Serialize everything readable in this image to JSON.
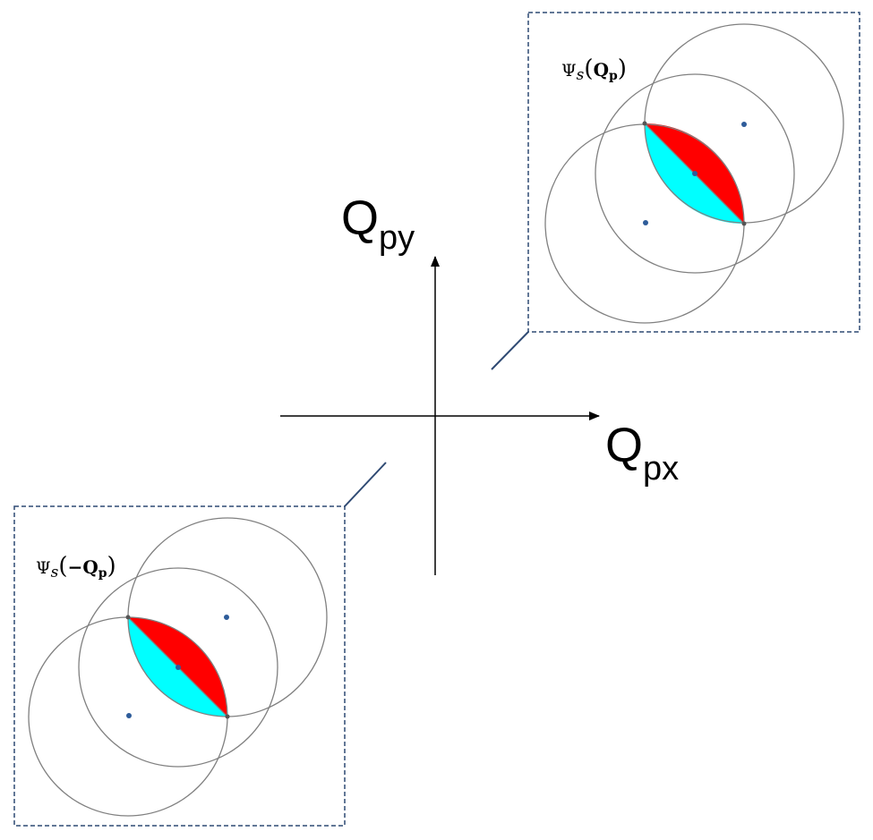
{
  "axes": {
    "x_label_main": "Q",
    "x_label_sub": "px",
    "y_label_main": "Q",
    "y_label_sub": "py"
  },
  "insets": [
    {
      "id": "top-right",
      "label_psi": "Ψ",
      "label_s": "s",
      "label_open": "(",
      "label_arg": "Q",
      "label_arg_sub": "p",
      "label_close": ")"
    },
    {
      "id": "bottom-left",
      "label_psi": "Ψ",
      "label_s": "s",
      "label_open": "(",
      "label_arg": "−Q",
      "label_arg_sub": "p",
      "label_close": ")"
    }
  ],
  "colors": {
    "lens_upper": "#ff0000",
    "lens_lower": "#00ffff",
    "circle_stroke": "#808080",
    "inset_border": "#2f4a73",
    "point": "#2e5c9a",
    "axis": "#000000"
  }
}
